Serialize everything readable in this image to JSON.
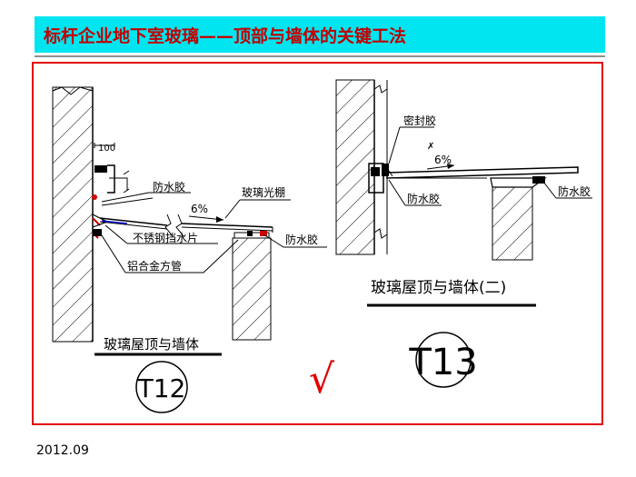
{
  "header": {
    "title": "标杆企业地下室玻璃——顶部与墙体的关键工法"
  },
  "footer": {
    "date": "2012.09"
  },
  "detail_t12": {
    "dim_label": "100",
    "slope_label": "6%",
    "labels": {
      "sealant_top": "防水胶",
      "glass_canopy": "玻璃光棚",
      "steel_flashing": "不锈钢挡水片",
      "sealant_right": "防水胶",
      "aluminum_tube": "铝合金方管"
    },
    "caption": "玻璃屋顶与墙体",
    "tag": "T12",
    "check_mark": "√"
  },
  "detail_t13": {
    "slope_label": "6%",
    "labels": {
      "sealant_top": "密封胶",
      "sealant_left": "防水胶",
      "sealant_right": "防水胶"
    },
    "caption": "玻璃屋顶与墙体(二)",
    "tag": "T13"
  },
  "colors": {
    "title_bar": "#00e5f0",
    "title_text": "#c00000",
    "frame": "#e00000"
  }
}
